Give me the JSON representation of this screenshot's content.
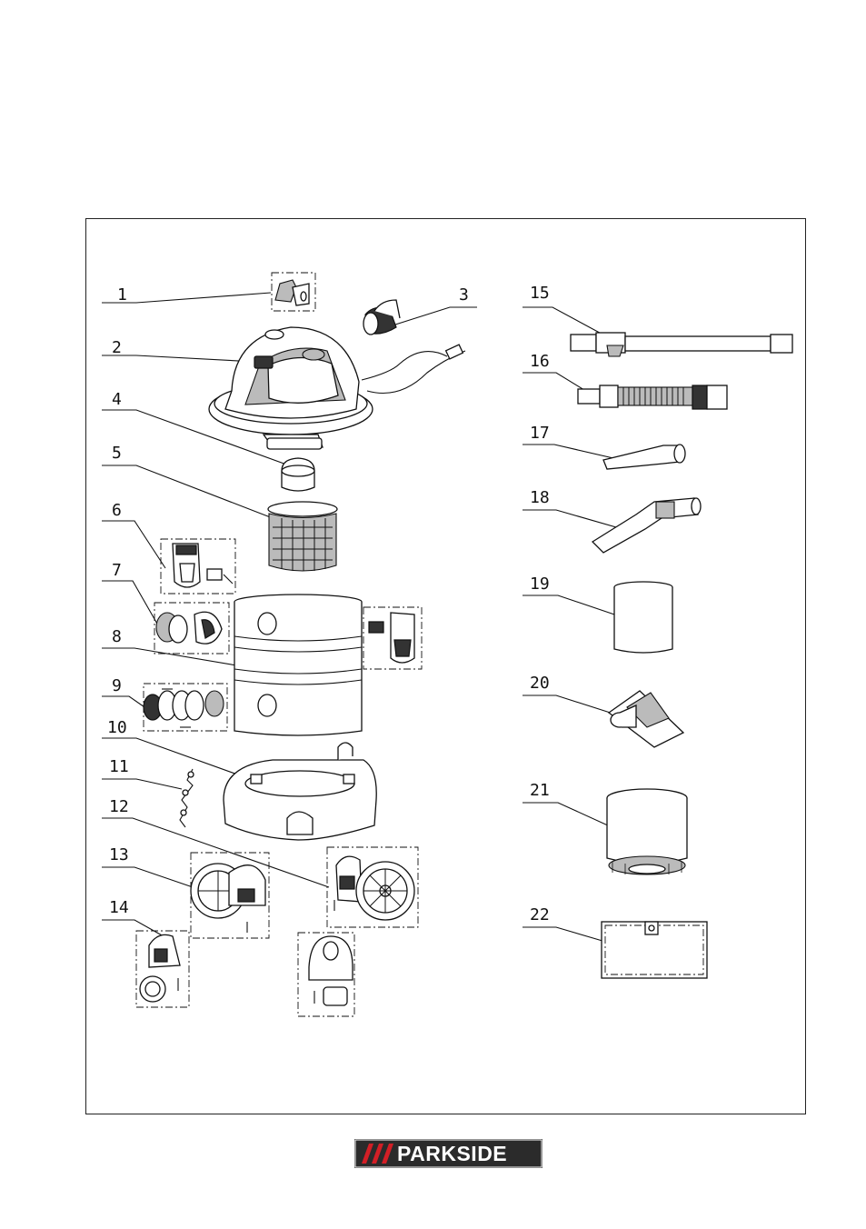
{
  "labels": [
    "1",
    "2",
    "3",
    "4",
    "5",
    "6",
    "7",
    "8",
    "9",
    "10",
    "11",
    "12",
    "13",
    "14",
    "15",
    "16",
    "17",
    "18",
    "19",
    "20",
    "21",
    "22"
  ],
  "brand": {
    "name": "PARKSIDE",
    "bg_color": "#2b2b2b",
    "stripe_color": "#d31f26",
    "text_color": "#ffffff"
  }
}
